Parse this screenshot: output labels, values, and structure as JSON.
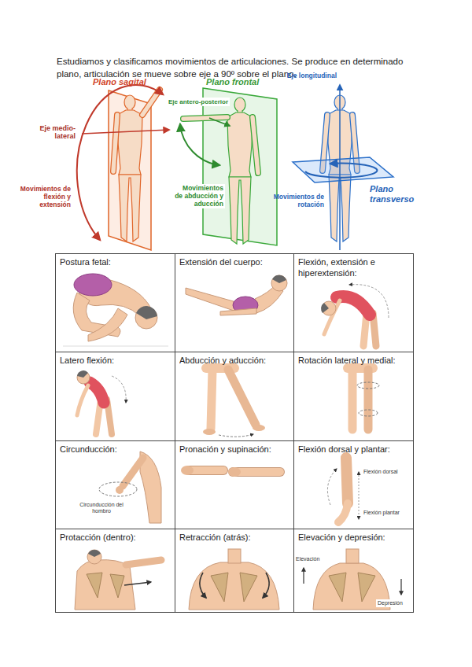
{
  "diagram": {
    "title": "Estudiamos y clasificamos movimientos de articulaciones. Se produce en determinado plano, articulación se mueve sobre eje a 90º sobre el plano.",
    "nodes": [
      {
        "text": [
          "Postura fetal:"
        ]
      },
      {
        "text": [
          "Extensión del cuerpo:"
        ]
      },
      {
        "text": [
          "Flexión, extensión e hiperextensión:"
        ]
      },
      {
        "text": [
          "Latero flexión:"
        ]
      },
      {
        "text": [
          "Abducción y aducción:"
        ]
      },
      {
        "text": [
          "Rotación lateral y medial:"
        ]
      },
      {
        "text": [
          "Circunducción:"
        ]
      },
      {
        "text": [
          "Pronación y supinación:"
        ]
      },
      {
        "text": [
          "Flexión dorsal y plantar:"
        ]
      },
      {
        "text": [
          "Protacción (dentro):"
        ]
      },
      {
        "text": [
          "Retracción (atrás):"
        ]
      },
      {
        "text": [
          "Elevación y depresión:"
        ]
      }
    ],
    "labels": [
      "Plano sagital",
      "Eje medio-lateral",
      "Movimientos de flexión y extensión",
      "Plano frontal",
      "Eje antero-posterior",
      "Movimientos de abducción y aducción",
      "Eje longitudinal",
      "Plano transverso",
      "Movimientos de rotación",
      "Circunducción del hombro",
      "Flexión dorsal",
      "Flexión plantar",
      "Elevación",
      "Depresión"
    ]
  }
}
